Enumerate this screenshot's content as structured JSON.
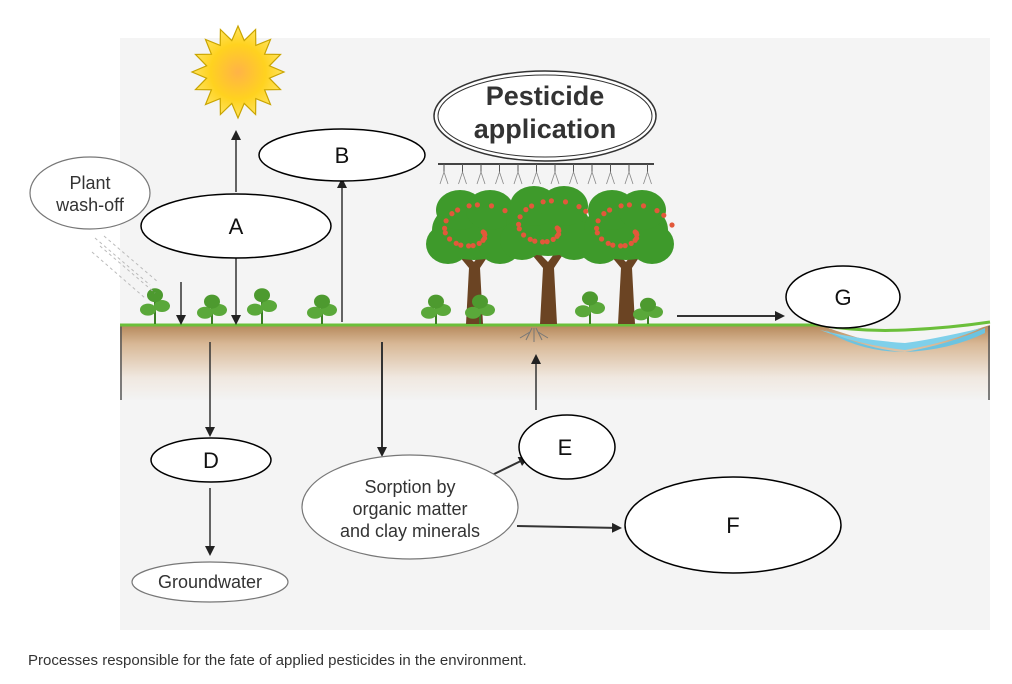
{
  "labels": {
    "pesticide_application_line1": "Pesticide",
    "pesticide_application_line2": "application",
    "plant_washoff_line1": "Plant",
    "plant_washoff_line2": "wash-off",
    "sorption_line1": "Sorption by",
    "sorption_line2": "organic matter",
    "sorption_line3": "and clay minerals",
    "groundwater": "Groundwater",
    "blank_a": "A",
    "blank_b": "B",
    "blank_d": "D",
    "blank_e": "E",
    "blank_f": "F",
    "blank_g": "G"
  },
  "caption": "Processes responsible for the fate of applied pesticides in the environment.",
  "colors": {
    "sky_panel": "#f4f4f4",
    "soil_top": "#b5885a",
    "soil_bottom": "#f3f3f3",
    "grass": "#6bbf3a",
    "water": "#7fd0ea",
    "sun": "#ffd21f",
    "tree_trunk": "#6b4423",
    "tree_foliage": "#3e9a2b",
    "fruit": "#e2583a"
  }
}
